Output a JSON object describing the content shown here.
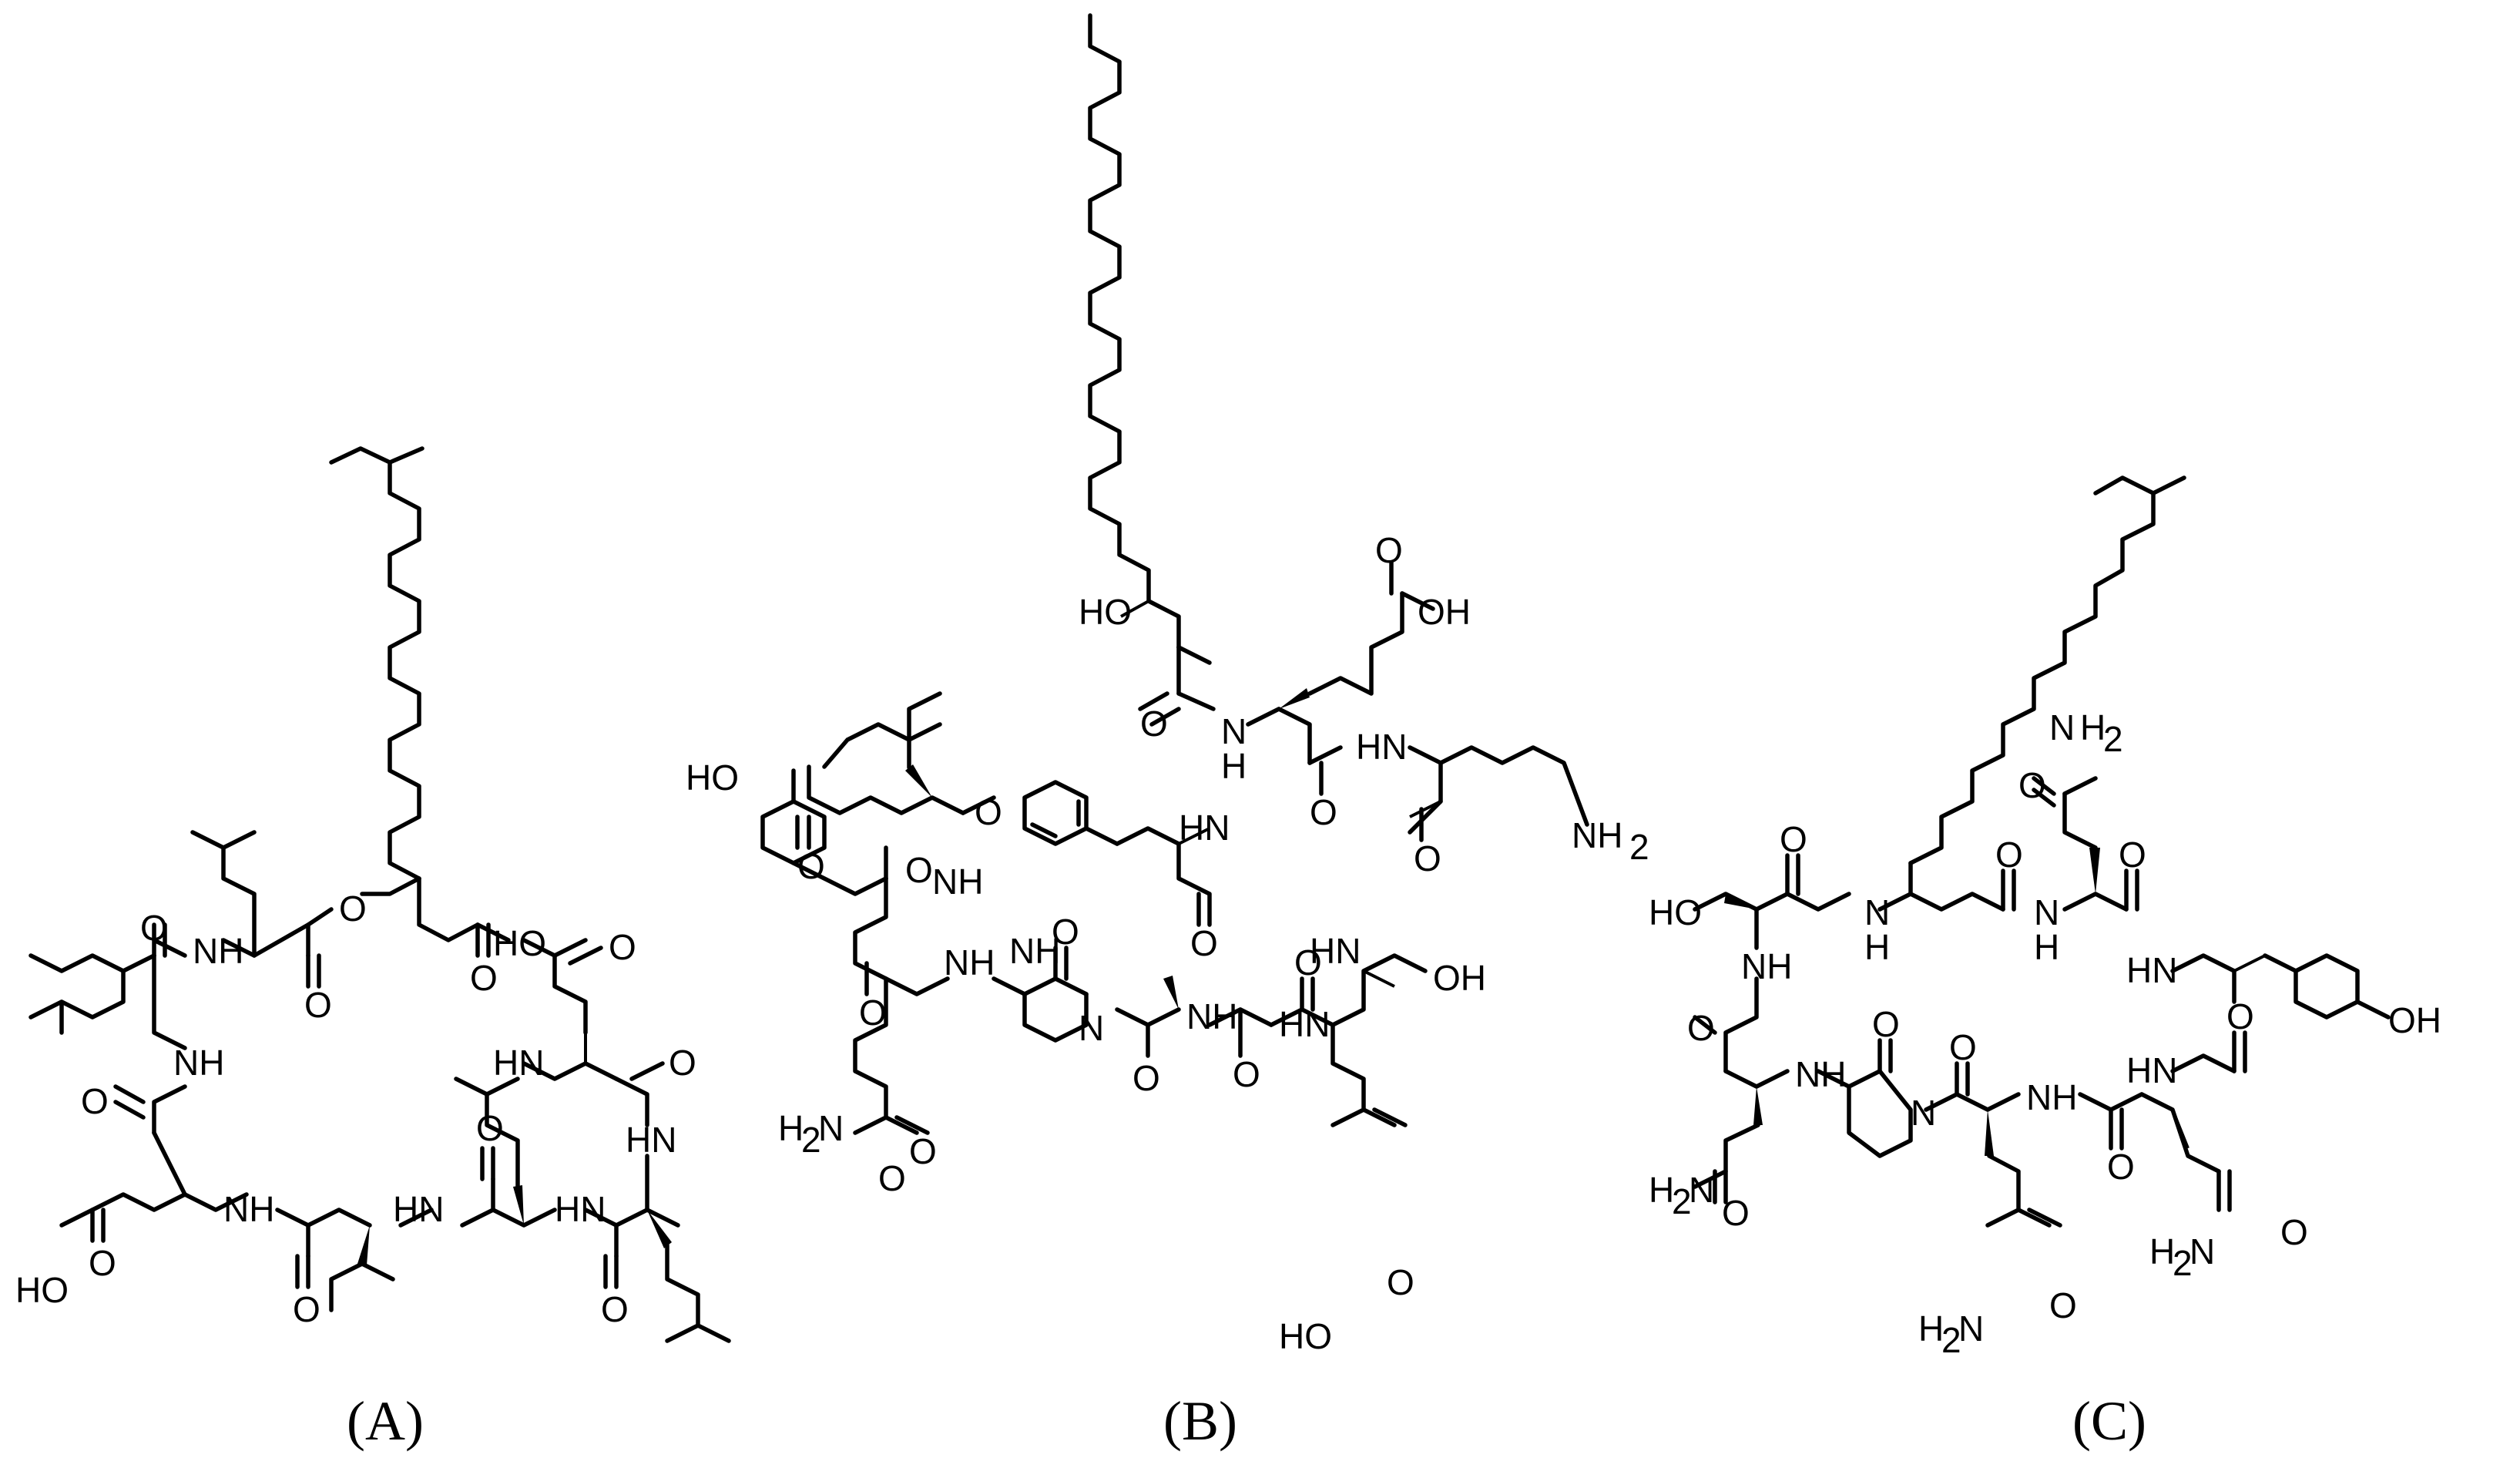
{
  "figure": {
    "panels": [
      {
        "id": "A",
        "caption": "(A)",
        "labels": {
          "ho_top": "HO",
          "o_acid_top": "O",
          "o_ester": "O",
          "o_ester_co": "O",
          "o_fa_co": "O",
          "nh_1": "NH",
          "nh_2": "NH",
          "nh_3": "NH",
          "nh_4": "HN",
          "hn_5": "HN",
          "hn_6": "HN",
          "hn_7": "HN",
          "o_1": "O",
          "o_2": "O",
          "o_3": "O",
          "o_4": "O",
          "o_5": "O",
          "o_6": "O",
          "ho_bottom": "HO",
          "o_acid_bottom": "O"
        }
      },
      {
        "id": "B",
        "caption": "(B)",
        "labels": {
          "ho_chain": "HO",
          "o_fa": "O",
          "nh_fa": "N",
          "h_fa": "H",
          "o_glu_co": "O",
          "oh_acid": "OH",
          "o_acid": "O",
          "hn_orn": "HN",
          "o_orn": "O",
          "nh2_orn": "NH",
          "nh2_sub": "2",
          "ho_tyr": "HO",
          "o_ile": "O",
          "o_ester": "O",
          "o_ile_co": "O",
          "nh_ile": "NH",
          "hn_tyr2": "HN",
          "o_tyr1": "O",
          "nh_gln": "NH",
          "o_tyr2": "O",
          "hn_thr": "HN",
          "oh_thr": "OH",
          "nh_pro": "NH",
          "o_pro": "O",
          "o_gln": "O",
          "h2n_gln": "H",
          "h2n_sub": "2",
          "h2n_n": "N",
          "o_amide": "O",
          "n_pro": "N",
          "o_ala": "O",
          "nh_ala": "NH",
          "o_ala_co": "O",
          "hn_glu": "HN",
          "o_thr": "O",
          "ho_glu": "HO",
          "o_glu": "O"
        }
      },
      {
        "id": "C",
        "caption": "(C)",
        "labels": {
          "h2_asn_top": "H",
          "h2_sub": "2",
          "n_asn_top": "N",
          "o_asn_top": "O",
          "o_ser": "O",
          "o_fa": "O",
          "o_asn_co": "O",
          "ho_ser": "HO",
          "nh_fa": "N",
          "h_fa": "H",
          "nh_asn": "N",
          "h_asn": "H",
          "hn_tyr": "HN",
          "nh_ser": "NH",
          "o_ser_co": "O",
          "nh_pro": "NH",
          "o_pro": "O",
          "o_tyr": "O",
          "hn_asn2": "HN",
          "oh_tyr": "OH",
          "o_asn1": "O",
          "h2n_asn1": "H",
          "h2n_sub1": "2",
          "h2n_n1": "N",
          "n_pro": "N",
          "o_pro_co": "O",
          "nh_gln": "NH",
          "o_gln_co": "O",
          "h2n_asn2": "H",
          "h2n_sub2": "2",
          "h2n_n2": "N",
          "o_asn2": "O",
          "h2n_gln": "H",
          "h2n_sub3": "2",
          "h2n_n3": "N",
          "o_gln": "O"
        }
      }
    ]
  }
}
